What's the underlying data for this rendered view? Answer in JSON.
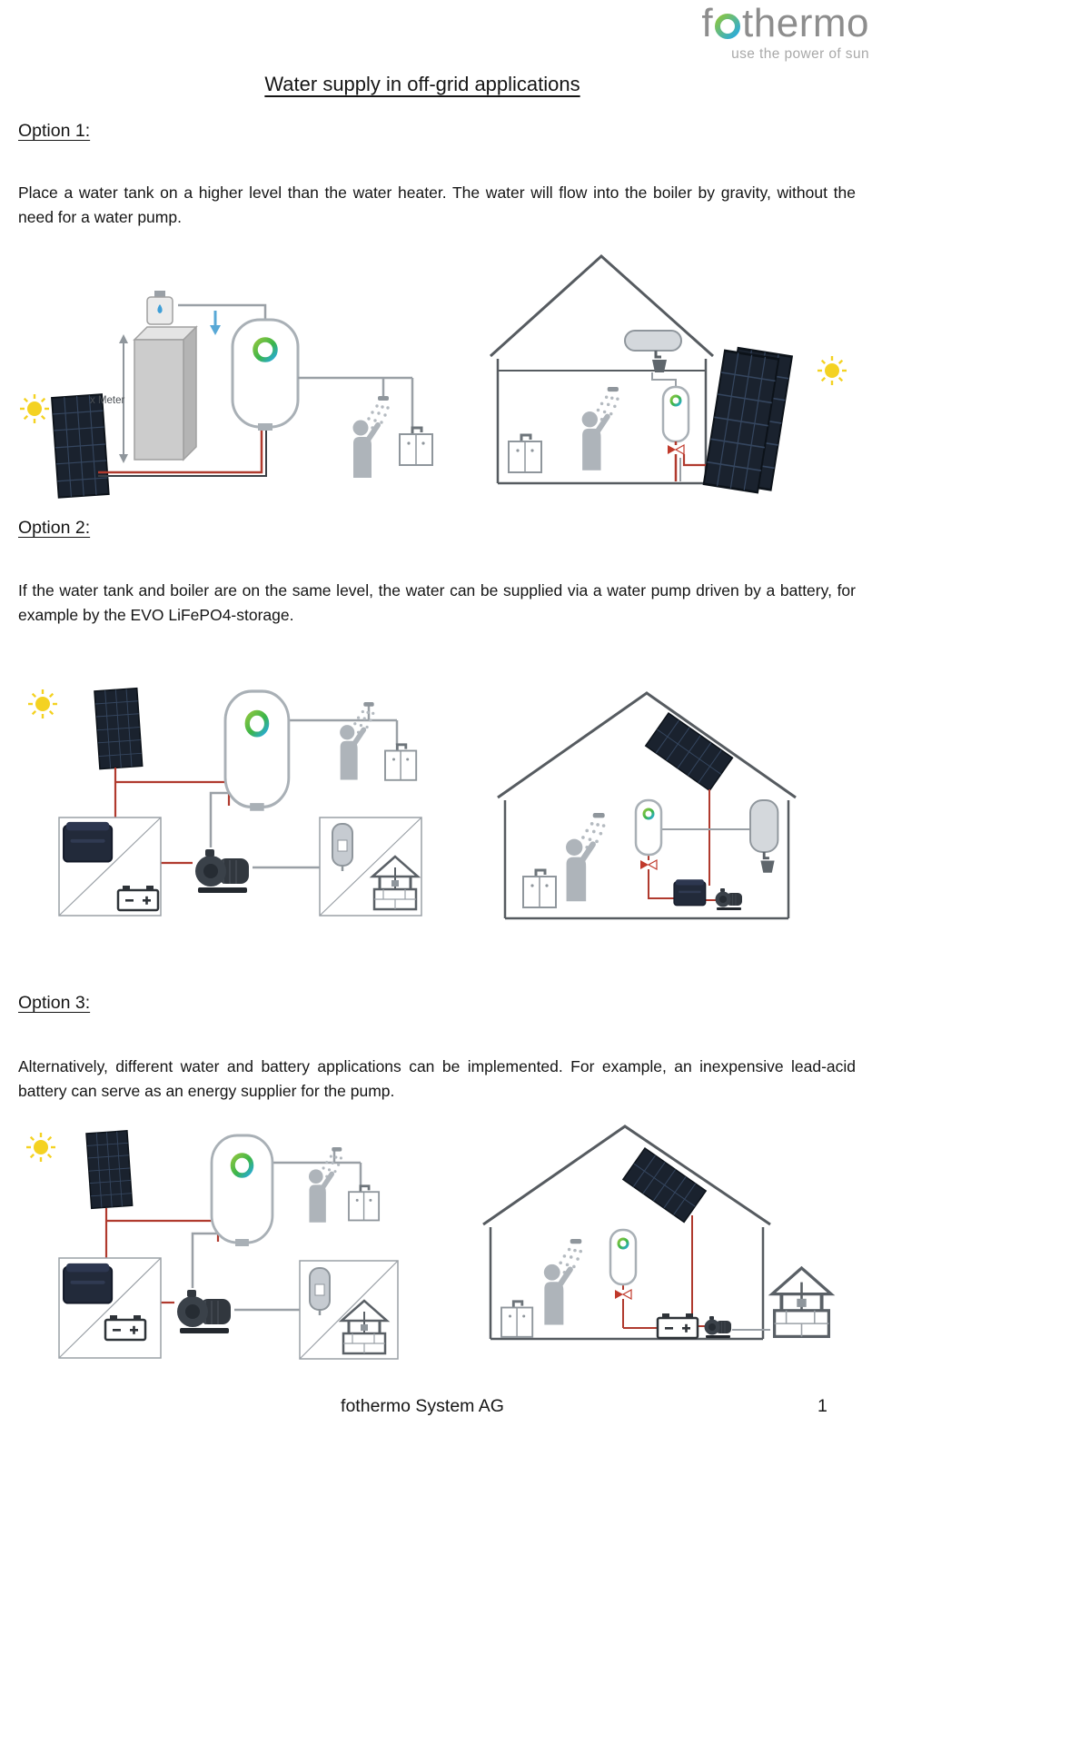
{
  "logo": {
    "brand_prefix": "f",
    "brand_suffix": "thermo",
    "tagline": "use the power of sun"
  },
  "title": "Water supply in off-grid applications",
  "options": [
    {
      "heading": "Option 1:",
      "body": "Place a water tank on a higher level than the water heater. The water will flow into the boiler by gravity, without the need for a water pump."
    },
    {
      "heading": "Option 2:",
      "body": "If the water tank and boiler are on the same level, the water can be supplied via a water pump driven by a battery, for example by the EVO LiFePO4-storage."
    },
    {
      "heading": "Option 3:",
      "body": "Alternatively, different water and battery applications can be implemented.  For example, an inexpensive lead-acid battery can serve as an energy supplier for the pump."
    }
  ],
  "diagram1": {
    "measure_label": "x Meter"
  },
  "footer": {
    "company": "fothermo System AG",
    "page_number": "1"
  },
  "colors": {
    "pipe_red": "#b03a2e",
    "pipe_gray": "#9aa0a6",
    "sun_yellow": "#f4d222",
    "panel_dark": "#1a222e",
    "logo_gray": "#8d8d8d",
    "ring_green": "#8dc63f",
    "ring_blue": "#27aae1"
  }
}
